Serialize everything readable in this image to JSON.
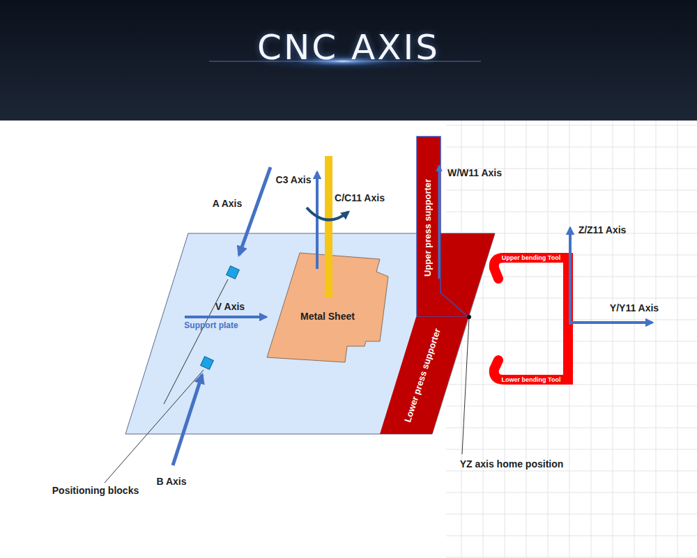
{
  "diagram": {
    "title": "CNC AXIS",
    "nodes": [
      {
        "text": [
          "Support plate"
        ]
      },
      {
        "text": [
          "Metal Sheet"
        ],
        "in": 0
      },
      {
        "text": [
          "Upper press supporter"
        ]
      },
      {
        "text": [
          "Lower press supporter"
        ]
      },
      {
        "text": [
          "Upper bending Tool",
          "Lower bending Tool"
        ]
      }
    ],
    "labels": [
      "A Axis",
      "C3 Axis",
      "C/C11 Axis",
      "W/W11 Axis",
      "Z/Z11 Axis",
      "V Axis",
      "Y/Y11 Axis",
      "Positioning blocks",
      "B Axis",
      "YZ axis home position"
    ]
  }
}
